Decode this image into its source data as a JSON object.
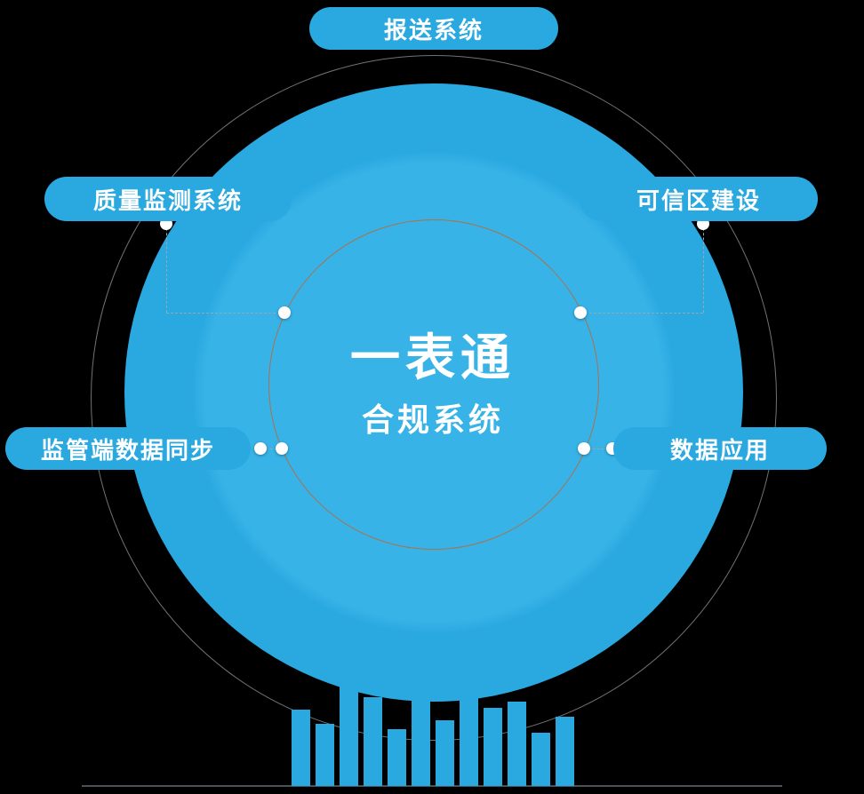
{
  "colors": {
    "background": "#000000",
    "accent_blue": "#2aa9e1",
    "disc_light": "#38b3e7",
    "inner_ring": "#a8724f",
    "outer_ring": "#c8d2dc",
    "connector": "#9aa6b0",
    "ground_line": "#4a5158"
  },
  "center": {
    "title": "一表通",
    "subtitle": "合规系统"
  },
  "nodes": {
    "top": {
      "label": "报送系统"
    },
    "upper_left": {
      "label": "质量监测系统"
    },
    "upper_right": {
      "label": "可信区建设"
    },
    "lower_left": {
      "label": "监管端数据同步"
    },
    "lower_right": {
      "label": "数据应用"
    }
  },
  "decor": {
    "bar_heights": [
      86,
      70,
      178,
      100,
      64,
      116,
      74,
      150,
      88,
      95,
      60,
      78
    ]
  }
}
